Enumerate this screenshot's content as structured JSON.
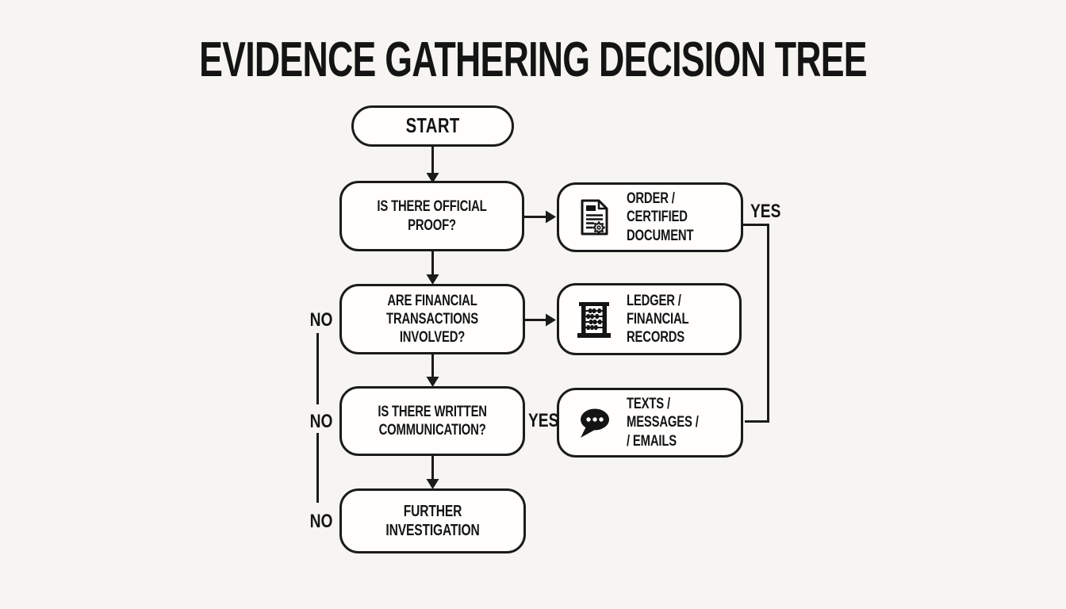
{
  "title": "EVIDENCE GATHERING DECISION TREE",
  "colors": {
    "background": "#f7f5f1",
    "line": "#1b1b1b",
    "box_fill": "#fffefc",
    "text": "#141414"
  },
  "flowchart": {
    "start": {
      "label": "START"
    },
    "decisions": {
      "official_proof": {
        "label": "IS THERE OFFICIAL PROOF?"
      },
      "financial": {
        "label": "ARE FINANCIAL\nTRANSACTIONS INVOLVED?"
      },
      "written": {
        "label": "IS THERE WRITTEN\nCOMMUNICATION?"
      }
    },
    "outcomes": {
      "order_document": {
        "label": "ORDER / CERTIFIED\nDOCUMENT",
        "icon": "certified-document-icon"
      },
      "ledger": {
        "label": "LEDGER /\nFINANCIAL RECORDS",
        "icon": "abacus-icon"
      },
      "texts": {
        "label": "TEXTS / MESSAGES /\n/ EMAILS",
        "icon": "speech-bubble-icon"
      },
      "further_investigation": {
        "label": "FURTHER INVESTIGATION"
      }
    },
    "edge_labels": {
      "yes_official": "YES",
      "yes_written": "YES",
      "no_financial": "NO",
      "no_written": "NO",
      "no_further": "NO"
    }
  }
}
